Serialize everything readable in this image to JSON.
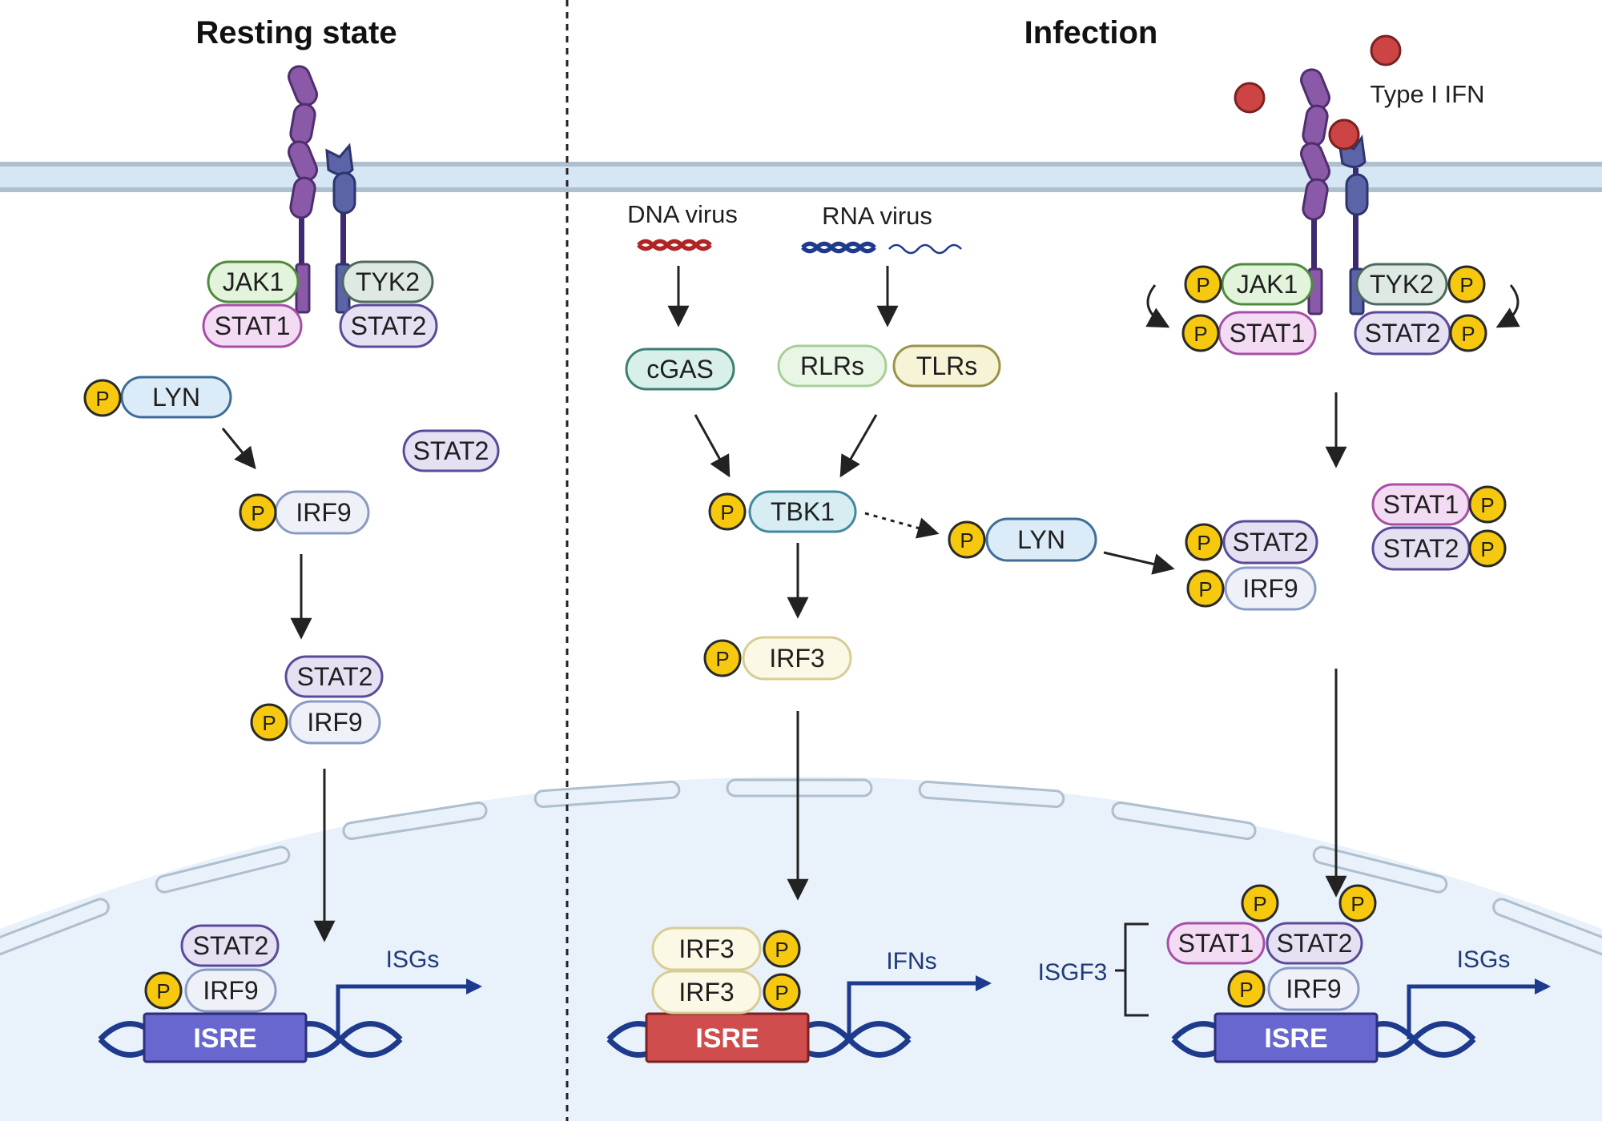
{
  "titles": {
    "left": "Resting state",
    "right": "Infection"
  },
  "labels": {
    "type1_ifn": "Type I IFN",
    "dna_virus": "DNA virus",
    "rna_virus": "RNA virus",
    "isgf3": "ISGF3",
    "isgs": "ISGs",
    "ifns": "IFNs",
    "isre": "ISRE",
    "p": "P"
  },
  "proteins": {
    "jak1": "JAK1",
    "tyk2": "TYK2",
    "stat1": "STAT1",
    "stat2": "STAT2",
    "lyn": "LYN",
    "irf9": "IRF9",
    "irf3": "IRF3",
    "tbk1": "TBK1",
    "cgas": "cGAS",
    "rlrs": "RLRs",
    "tlrs": "TLRs"
  },
  "colors": {
    "jak1_fill": "#e3f4dc",
    "jak1_stroke": "#4f8a3e",
    "tyk2_fill": "#dfe9e3",
    "tyk2_stroke": "#4d6b5c",
    "stat1_fill": "#f3dcf3",
    "stat1_stroke": "#a64fa6",
    "stat2_fill": "#e6e0f3",
    "stat2_stroke": "#5a4a98",
    "lyn_fill": "#dcebf8",
    "lyn_stroke": "#3f6d97",
    "irf9_fill": "#eef1f8",
    "irf9_stroke": "#8a9ac3",
    "irf3_fill": "#fbf8e6",
    "irf3_stroke": "#d7cd97",
    "tbk1_fill": "#d7edf1",
    "tbk1_stroke": "#3f8aa0",
    "cgas_fill": "#d9f0ea",
    "cgas_stroke": "#3b7f74",
    "rlrs_fill": "#eaf6e5",
    "rlrs_stroke": "#a7cf98",
    "tlrs_fill": "#f6f3d6",
    "tlrs_stroke": "#9a944a",
    "phospho": "#f6c90e",
    "isre_blue": "#6767cf",
    "isre_red": "#cf4d4d",
    "dna": "#1e3a8c",
    "ifn_ball": "#cc4444",
    "receptor_purple": "#8a5aa8",
    "receptor_blue": "#5c64a8",
    "membrane": "#d6e6f4",
    "nucleus": "#e9f1fb"
  }
}
